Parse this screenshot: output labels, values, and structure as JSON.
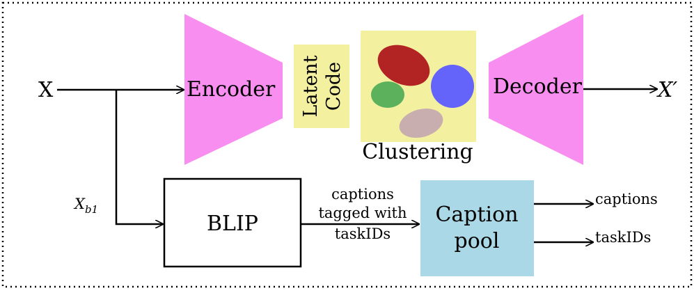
{
  "input_label": "X",
  "output_label": "X′",
  "branch_label_main": "X",
  "branch_label_sub": "b1",
  "encoder": {
    "label": "Encoder",
    "color": "#f88ef0"
  },
  "decoder": {
    "label": "Decoder",
    "color": "#f88ef0"
  },
  "latent_code": {
    "line1": "Latent",
    "line2": "Code",
    "color": "#f3f0a0"
  },
  "clustering": {
    "label": "Clustering",
    "background": "#f3f0a0",
    "clusters": [
      {
        "name": "red-cluster",
        "color": "#b22424"
      },
      {
        "name": "blue-cluster",
        "color": "#6464fa"
      },
      {
        "name": "green-cluster",
        "color": "#5cb25c"
      },
      {
        "name": "tan-cluster",
        "color": "#c8aeae"
      }
    ]
  },
  "blip": {
    "label": "BLIP"
  },
  "edge_label": {
    "line1": "captions",
    "line2": "tagged with",
    "line3": "taskIDs"
  },
  "caption_pool": {
    "line1": "Caption",
    "line2": "pool",
    "color": "#aad8e6"
  },
  "outputs": {
    "captions": "captions",
    "task_ids": "taskIDs"
  }
}
